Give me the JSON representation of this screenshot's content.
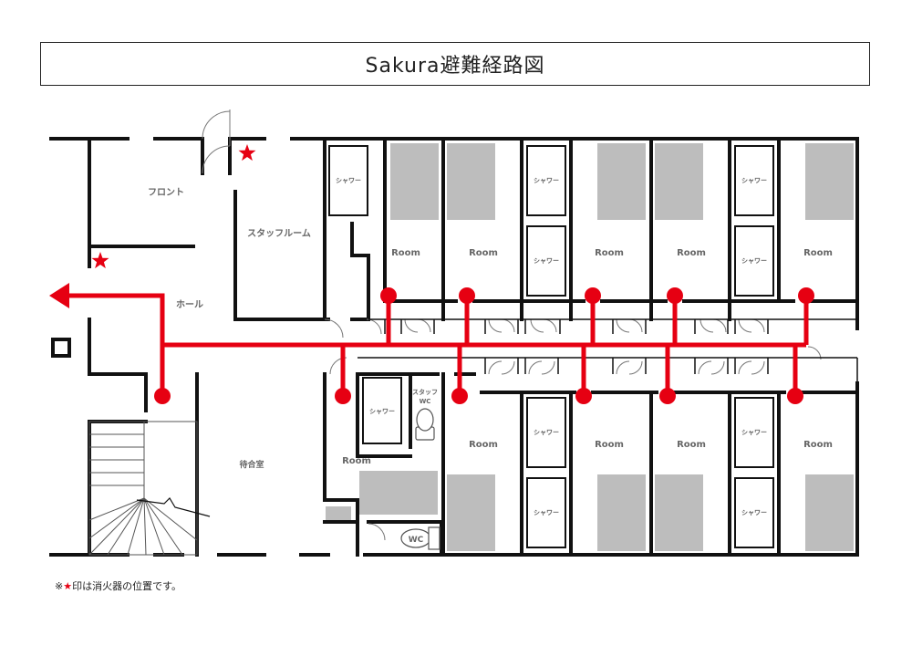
{
  "title": "Sakura避難経路図",
  "footnote": {
    "prefix": "※",
    "star": "★",
    "text": "印は消火器の位置です。"
  },
  "colors": {
    "route": "#e60012",
    "wall": "#111111",
    "bed": "#bdbdbd",
    "label": "#666666"
  },
  "labels": {
    "front": "フロント",
    "staff_room": "スタッフルーム",
    "hall": "ホール",
    "waiting_room": "待合室",
    "shower": "シャワー",
    "room": "Room",
    "staff_wc_1": "スタッフ",
    "staff_wc_2": "WC",
    "wc": "WC"
  },
  "icons": {
    "exit_arrow": "arrow-left-icon",
    "extinguisher": "star-icon"
  }
}
